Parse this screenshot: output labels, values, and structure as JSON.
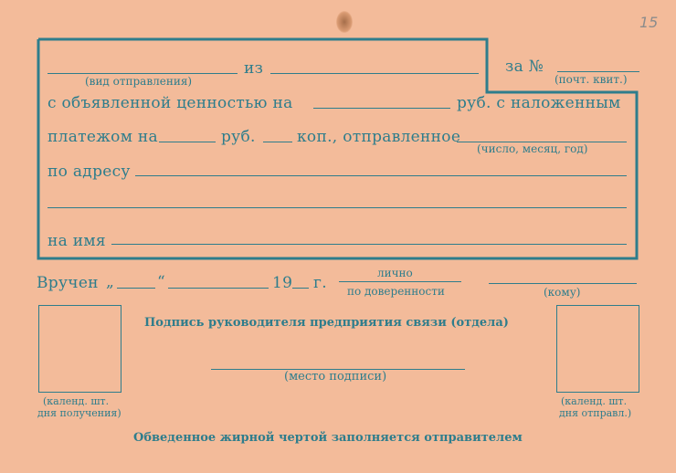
{
  "form": {
    "line1": {
      "kind_caption": "(вид отправления)",
      "from": "из",
      "for_no": "за №",
      "receipt_caption": "(почт. квит.)"
    },
    "line2": {
      "declared_value": "с объявленной ценностью на",
      "rub": "руб. с наложенным"
    },
    "line3": {
      "payment": "платежом на",
      "rub": "руб.",
      "kop": "коп., отправленное",
      "date_caption": "(число, месяц, год)"
    },
    "line4": {
      "address": "по адресу"
    },
    "line6": {
      "name": "на имя"
    },
    "delivered": {
      "label": "Вручен",
      "open_quote": "„",
      "close_quote": "“",
      "year": "19",
      "year_suffix": "г.",
      "personally": "лично",
      "by_proxy": "по доверенности",
      "to_whom": "(кому)"
    },
    "signature": {
      "head": "Подпись руководителя предприятия связи (отдела)",
      "place_caption": "(место подписи)"
    },
    "stamp_left": {
      "line1": "(календ. шт.",
      "line2": "дня получения)"
    },
    "stamp_right": {
      "line1": "(календ. шт.",
      "line2": "дня отправл.)"
    },
    "footer": "Обведенное жирной чертой заполняется отправителем",
    "handwritten_mark": "15"
  }
}
